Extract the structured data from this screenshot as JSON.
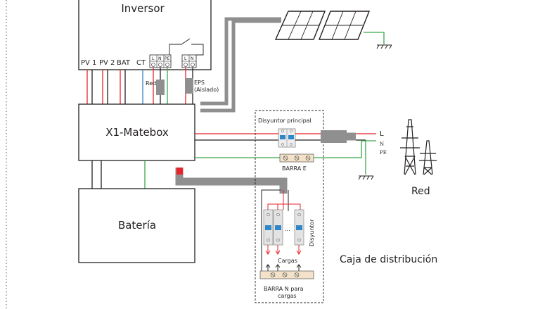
{
  "inverter": {
    "title": "Inversor",
    "ports": [
      "PV 1",
      "PV 2",
      "BAT",
      "CT"
    ],
    "terminal_grid": [
      "L",
      "N",
      "PE"
    ],
    "terminal_eps": [
      "L",
      "N"
    ]
  },
  "labels": {
    "grid_connector": "Red",
    "eps_connector_line1": "EPS",
    "eps_connector_line2": "(Aislado)",
    "matebox": "X1-Matebox",
    "battery": "Batería",
    "main_breaker": "Disyuntor principal",
    "earth_bar": "BARRA E",
    "breaker": "Disyuntor",
    "ellipsis": "...",
    "loads": "Cargas",
    "neutral_bar_line1": "BARRA N para",
    "neutral_bar_line2": "cargas",
    "distribution_box": "Caja de distribución",
    "grid": "Red",
    "line_L": "L",
    "line_N": "N",
    "line_PE": "PE"
  }
}
